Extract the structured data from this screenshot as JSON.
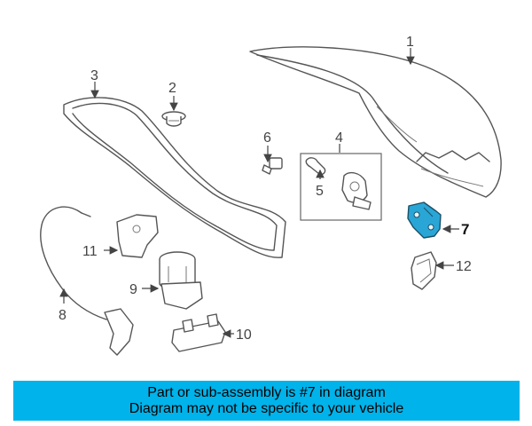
{
  "callouts": {
    "p1": "1",
    "p2": "2",
    "p3": "3",
    "p4": "4",
    "p5": "5",
    "p6": "6",
    "p7": "7",
    "p8": "8",
    "p9": "9",
    "p10": "10",
    "p11": "11",
    "p12": "12"
  },
  "highlight_color": "#2aa6d6",
  "banner": {
    "color": "#00b3ea",
    "line1": "Part or sub-assembly is #7 in diagram",
    "line2": "Diagram may not be specific to your vehicle"
  }
}
